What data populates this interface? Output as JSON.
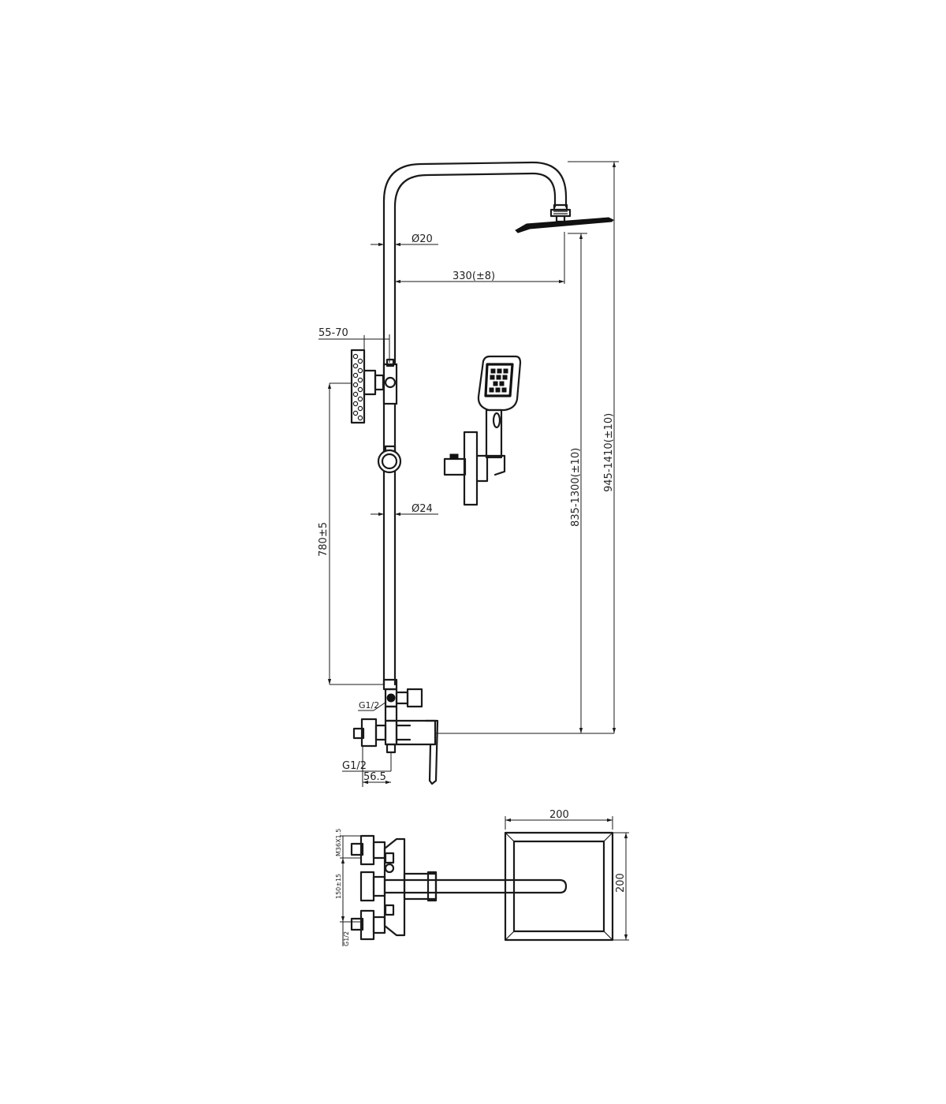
{
  "dimensions": {
    "riser_diameter": "Ø20",
    "arm_reach": "330(±8)",
    "wall_offset": "55-70",
    "slider_diameter": "Ø24",
    "rail_length": "780±5",
    "head_height": "835-1300(±10)",
    "total_height": "945-1410(±10)",
    "diverter_thread": "G1/2",
    "inlet_thread": "G1/2",
    "eccentric_depth": "56.5",
    "head_width": "200",
    "head_depth": "200",
    "inlet_spacing": "150±15",
    "eccentric_label": "M36X1.5",
    "plan_inlet_thread": "G1/2"
  }
}
